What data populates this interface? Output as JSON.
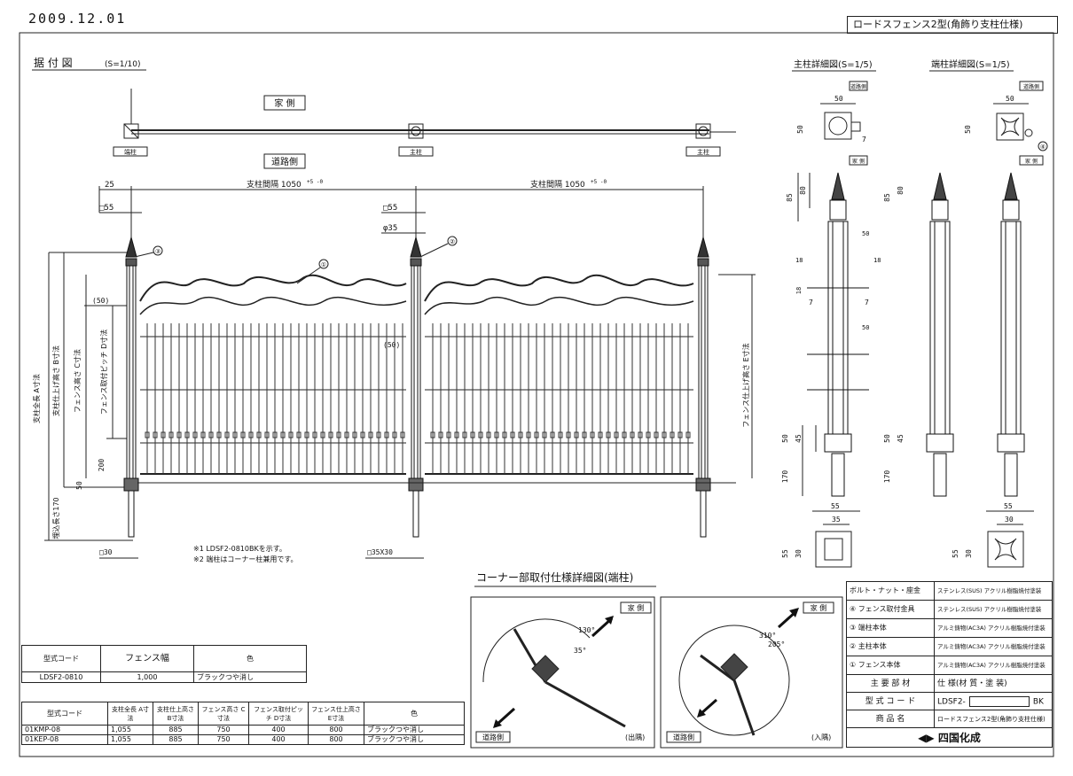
{
  "header": {
    "date": "2009.12.01",
    "title": "ロードスフェンス2型(角飾り支柱仕様)"
  },
  "plan": {
    "title": "据 付 図",
    "scale": "(S=1/10)",
    "house_side": "家 側",
    "road_side": "道路側",
    "end_post": "端柱",
    "main_post_1": "主柱",
    "main_post_2": "主柱"
  },
  "elevation": {
    "post_pitch_1": "支柱間隔 1050",
    "post_pitch_2": "支柱間隔 1050",
    "tol_1": "+5 -0",
    "tol_2": "+5 -0",
    "dim_25": "25",
    "dim_55a": "□55",
    "dim_55b": "□55",
    "dim_phi35": "φ35",
    "dim_50a": "(50)",
    "dim_50b": "(50)",
    "dim_200": "200",
    "dim_50c": "50",
    "dim_30": "□30",
    "dim_35x30": "□35X30",
    "label_A": "支柱全長 A寸法",
    "label_B": "支柱仕上げ高さ B寸法",
    "label_C": "フェンス高さ C寸法",
    "label_D": "フェンス取付ピッチ D寸法",
    "label_E": "フェンス仕上げ高さ E寸法",
    "label_bury": "埋込長さ170",
    "callout_1": "①",
    "callout_2": "②",
    "callout_3": "③",
    "note_1": "※1 LDSF2-0810BKを示す。",
    "note_2": "※2 端柱はコーナー柱兼用です。"
  },
  "main_post_detail": {
    "title": "主柱詳細図(S=1/5)",
    "road": "道路側",
    "house": "家 側",
    "w50": "50",
    "h50": "50",
    "d7": "7",
    "d85": "85",
    "d80": "80",
    "d18a": "18",
    "d18b": "18",
    "d18c": "18",
    "d50r": "50",
    "d50r2": "50",
    "d7b": "7",
    "d7c": "7",
    "d50b": "50",
    "d45": "45",
    "d170": "170",
    "d55": "55",
    "d35": "35",
    "d55v": "55",
    "d30v": "30"
  },
  "end_post_detail": {
    "title": "端柱詳細図(S=1/5)",
    "road": "道路側",
    "house": "家 側",
    "w50": "50",
    "h50": "50",
    "callout_4": "④",
    "d85": "85",
    "d80": "80",
    "d50b": "50",
    "d45": "45",
    "d170": "170",
    "d55": "55",
    "d30": "30",
    "d55v": "55",
    "d30v": "30"
  },
  "corner": {
    "title": "コーナー部取付仕様詳細図(端柱)",
    "house_1": "家 側",
    "road_1": "道路側",
    "note_1": "(出隅)",
    "angle_130": "130°",
    "angle_35": "35°",
    "house_2": "家 側",
    "road_2": "道路側",
    "note_2": "(入隅)",
    "angle_310": "310°",
    "angle_205": "205°"
  },
  "table1": {
    "h_model": "型式コード",
    "h_width": "フェンス幅",
    "h_color": "色",
    "model": "LDSF2-0810",
    "width": "1,000",
    "color": "ブラックつや消し"
  },
  "table2": {
    "headers": [
      "型式コード",
      "支柱全長 A寸法",
      "支柱仕上高さ B寸法",
      "フェンス高さ C寸法",
      "フェンス取付ピッチ D寸法",
      "フェンス仕上高さ E寸法",
      "色"
    ],
    "rows": [
      [
        "01KMP-08",
        "1,055",
        "885",
        "750",
        "400",
        "800",
        "ブラックつや消し"
      ],
      [
        "01KEP-08",
        "1,055",
        "885",
        "750",
        "400",
        "800",
        "ブラックつや消し"
      ]
    ]
  },
  "parts": {
    "rows": [
      {
        "name": "ボルト・ナット・座金",
        "spec": "ステンレス(SUS) アクリル樹脂焼付塗装"
      },
      {
        "name": "④ フェンス取付金具",
        "spec": "ステンレス(SUS) アクリル樹脂焼付塗装"
      },
      {
        "name": "③ 端柱本体",
        "spec": "アルミ鋳物(AC3A) アクリル樹脂焼付塗装"
      },
      {
        "name": "② 主柱本体",
        "spec": "アルミ鋳物(AC3A) アクリル樹脂焼付塗装"
      },
      {
        "name": "① フェンス本体",
        "spec": "アルミ鋳物(AC3A) アクリル樹脂焼付塗装"
      }
    ],
    "h_material": "主 要 部 材",
    "h_spec": "仕 様(材 質・塗 装)",
    "h_model": "型 式 コ ー ド",
    "model_prefix": "LDSF2-",
    "model_suffix": "BK",
    "h_name": "商 品 名",
    "product_name": "ロードスフェンス2型(角飾り支柱仕様)",
    "company": "四国化成"
  }
}
